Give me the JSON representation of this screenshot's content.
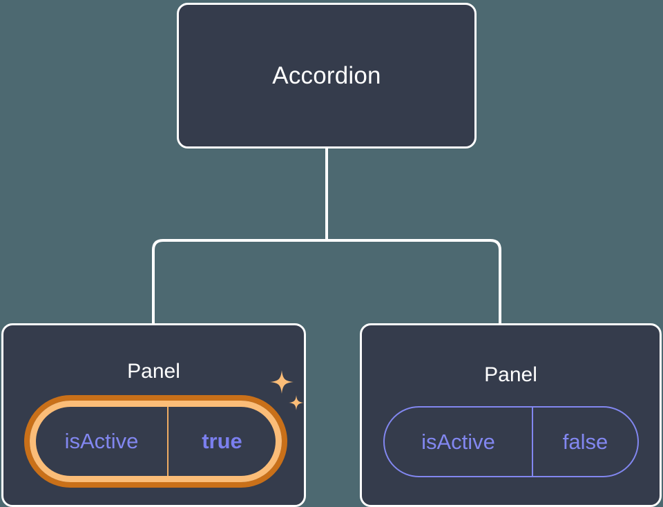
{
  "diagram": {
    "type": "component-tree",
    "background_color": "#4d6971",
    "node_fill_color": "#353c4c",
    "node_border_color": "#ffffff",
    "accent_active_color": "#fbbd78",
    "accent_active_outer_color": "#c97019",
    "prop_text_color": "#8287f0",
    "root": {
      "label": "Accordion"
    },
    "children": [
      {
        "label": "Panel",
        "highlighted": true,
        "prop": {
          "key": "isActive",
          "value": "true"
        },
        "decoration": "sparkles-icon"
      },
      {
        "label": "Panel",
        "highlighted": false,
        "prop": {
          "key": "isActive",
          "value": "false"
        }
      }
    ]
  }
}
